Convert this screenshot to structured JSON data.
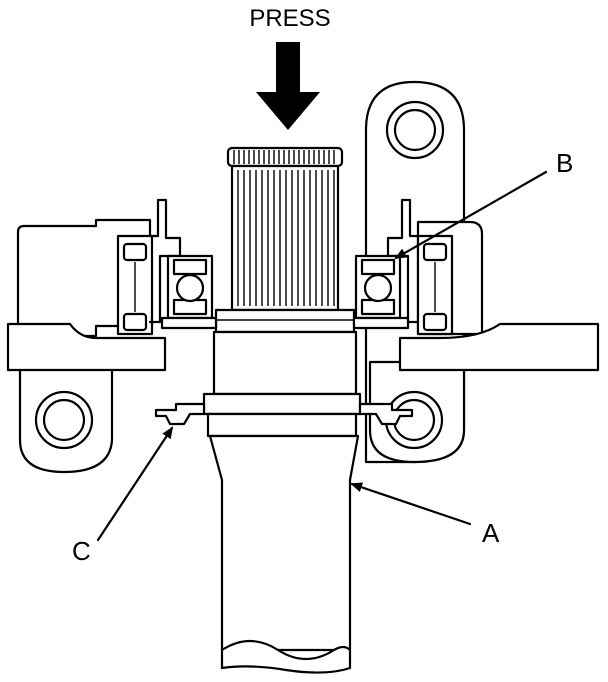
{
  "diagram": {
    "press_label": "PRESS",
    "callouts": {
      "a": "A",
      "b": "B",
      "c": "C"
    }
  }
}
